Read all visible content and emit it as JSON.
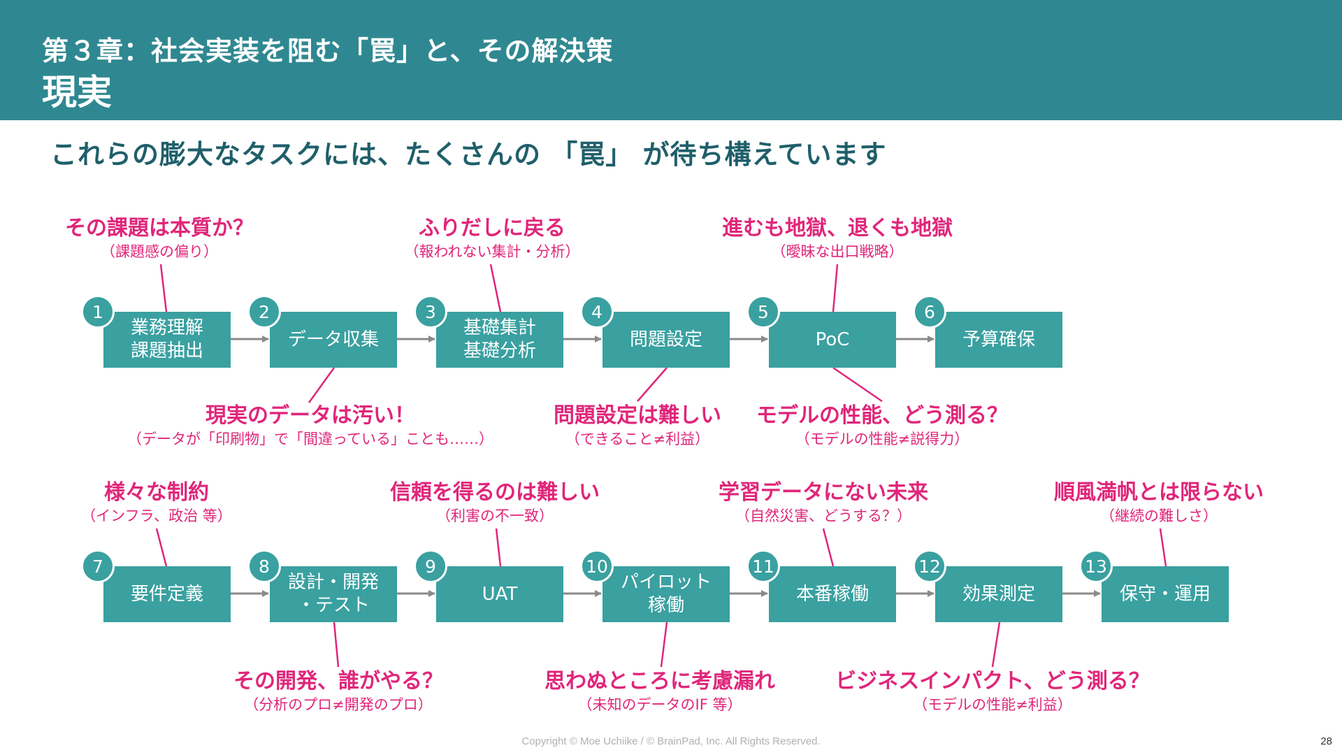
{
  "header": {
    "chapter": "第３章：社会実装を阻む「罠」と、その解決策",
    "title": "現実"
  },
  "subtitle": "これらの膨大なタスクには、たくさんの 「罠」 が待ち構えています",
  "steps": [
    {
      "num": "1",
      "label": "業務理解\n課題抽出"
    },
    {
      "num": "2",
      "label": "データ収集"
    },
    {
      "num": "3",
      "label": "基礎集計\n基礎分析"
    },
    {
      "num": "4",
      "label": "問題設定"
    },
    {
      "num": "5",
      "label": "PoC"
    },
    {
      "num": "6",
      "label": "予算確保"
    },
    {
      "num": "7",
      "label": "要件定義"
    },
    {
      "num": "8",
      "label": "設計・開発\n・テスト"
    },
    {
      "num": "9",
      "label": "UAT"
    },
    {
      "num": "10",
      "label": "パイロット\n稼働"
    },
    {
      "num": "11",
      "label": "本番稼働"
    },
    {
      "num": "12",
      "label": "効果測定"
    },
    {
      "num": "13",
      "label": "保守・運用"
    }
  ],
  "traps": [
    {
      "main": "その課題は本質か？",
      "sub": "（課題感の偏り）"
    },
    {
      "main": "ふりだしに戻る",
      "sub": "（報われない集計・分析）"
    },
    {
      "main": "進むも地獄、退くも地獄",
      "sub": "（曖昧な出口戦略）"
    },
    {
      "main": "現実のデータは汚い！",
      "sub": "（データが「印刷物」で「間違っている」ことも……）"
    },
    {
      "main": "問題設定は難しい",
      "sub": "（できること≠利益）"
    },
    {
      "main": "モデルの性能、どう測る？",
      "sub": "（モデルの性能≠説得力）"
    },
    {
      "main": "様々な制約",
      "sub": "（インフラ、政治 等）"
    },
    {
      "main": "信頼を得るのは難しい",
      "sub": "（利害の不一致）"
    },
    {
      "main": "学習データにない未来",
      "sub": "（自然災害、どうする？）"
    },
    {
      "main": "順風満帆とは限らない",
      "sub": "（継続の難しさ）"
    },
    {
      "main": "その開発、誰がやる？",
      "sub": "（分析のプロ≠開発のプロ）"
    },
    {
      "main": "思わぬところに考慮漏れ",
      "sub": "（未知のデータのIF 等）"
    },
    {
      "main": "ビジネスインパクト、どう測る？",
      "sub": "（モデルの性能≠利益）"
    }
  ],
  "footer": {
    "copyright": "Copyright © Moe Uchiike / © BrainPad, Inc. All Rights Reserved.",
    "page": "28"
  },
  "colors": {
    "header_bg": "#2f8891",
    "step_box": "#3aa0a0",
    "trap_text": "#e0267a",
    "subtitle_text": "#1f5f6a"
  }
}
